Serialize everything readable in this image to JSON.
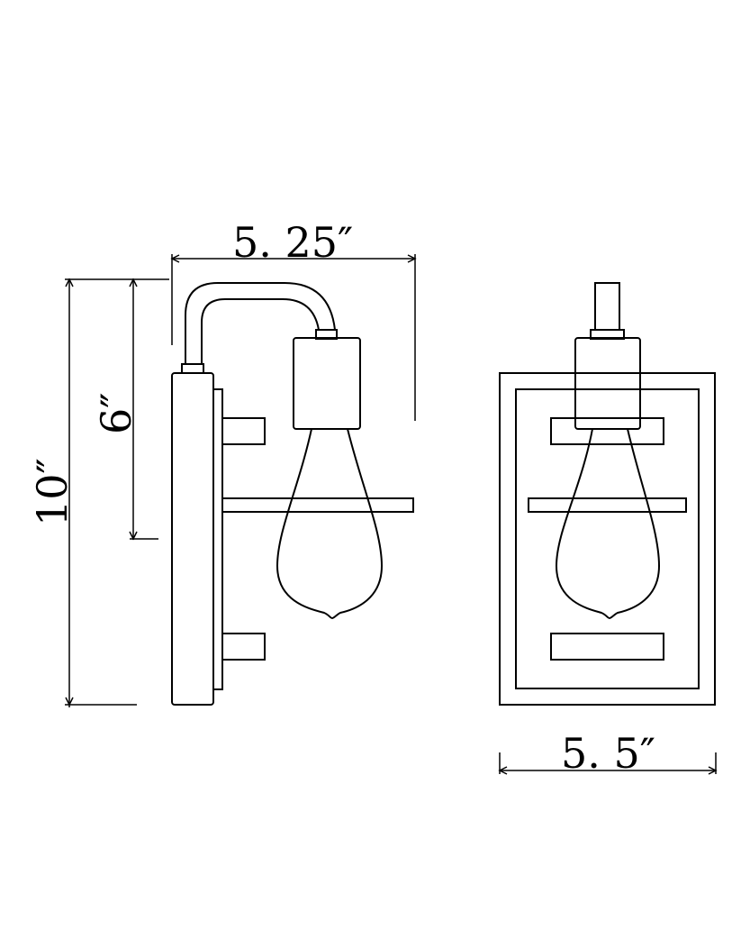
{
  "dimensions": {
    "depth": "5. 25″",
    "height_total": "10″",
    "height_upper": "6″",
    "width": "5. 5″"
  }
}
